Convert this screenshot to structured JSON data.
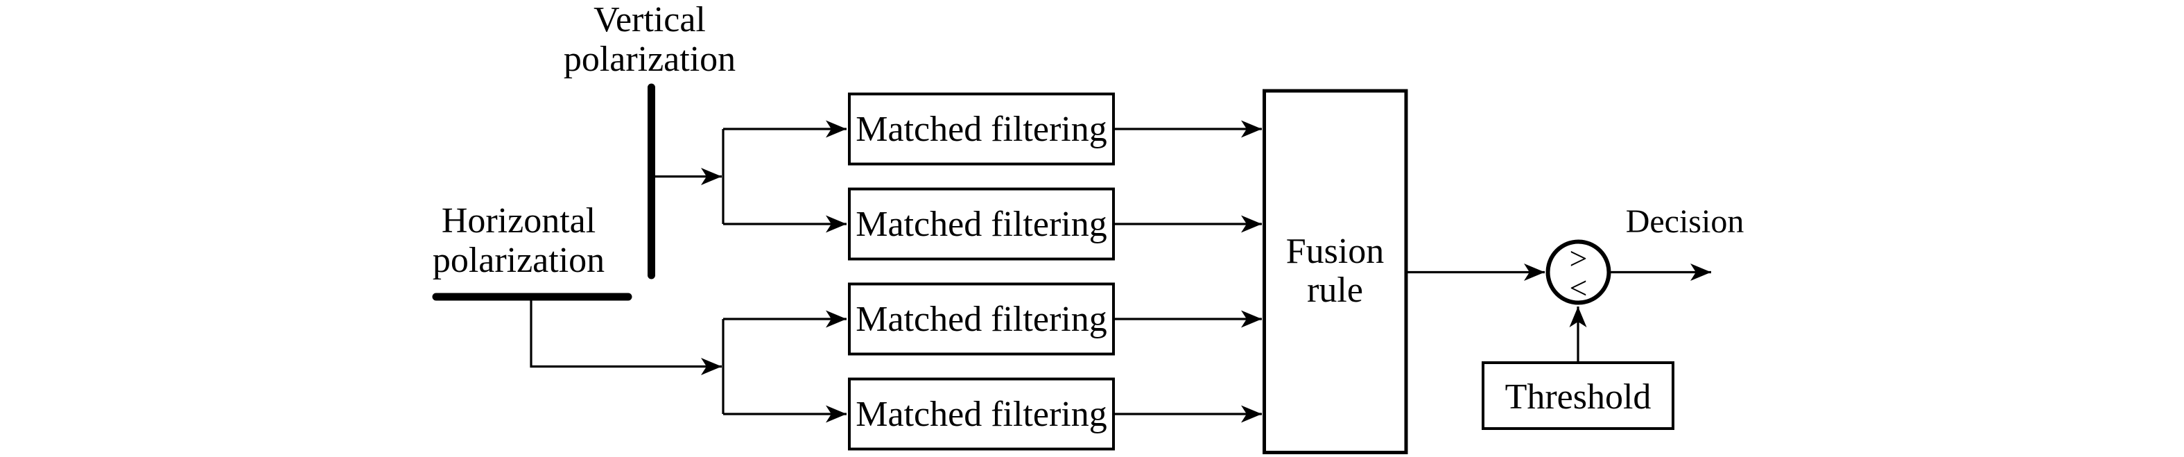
{
  "diagram": {
    "antennas": {
      "vertical": {
        "label_line1": "Vertical",
        "label_line2": "polarization"
      },
      "horizontal": {
        "label_line1": "Horizontal",
        "label_line2": "polarization"
      }
    },
    "blocks": {
      "matched_filters": [
        "Matched filtering",
        "Matched filtering",
        "Matched filtering",
        "Matched filtering"
      ],
      "fusion": {
        "label_line1": "Fusion",
        "label_line2": "rule"
      },
      "threshold": {
        "label": "Threshold"
      }
    },
    "comparator": {
      "greater_symbol": ">",
      "less_symbol": "<"
    },
    "output": {
      "label": "Decision"
    },
    "colors": {
      "ink": "#000000",
      "background": "#ffffff"
    },
    "connections": [
      {
        "from": "vertical-antenna",
        "to": "splitter-top"
      },
      {
        "from": "splitter-top",
        "to": "matched-filter-1"
      },
      {
        "from": "splitter-top",
        "to": "matched-filter-2"
      },
      {
        "from": "horizontal-antenna",
        "to": "splitter-bottom"
      },
      {
        "from": "splitter-bottom",
        "to": "matched-filter-3"
      },
      {
        "from": "splitter-bottom",
        "to": "matched-filter-4"
      },
      {
        "from": "matched-filter-1",
        "to": "fusion-rule"
      },
      {
        "from": "matched-filter-2",
        "to": "fusion-rule"
      },
      {
        "from": "matched-filter-3",
        "to": "fusion-rule"
      },
      {
        "from": "matched-filter-4",
        "to": "fusion-rule"
      },
      {
        "from": "fusion-rule",
        "to": "comparator"
      },
      {
        "from": "threshold",
        "to": "comparator"
      },
      {
        "from": "comparator",
        "to": "decision-output"
      }
    ]
  }
}
